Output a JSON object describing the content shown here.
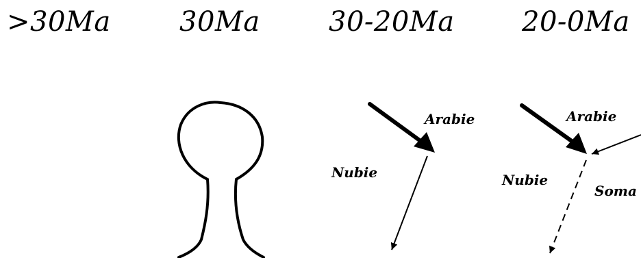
{
  "periods": [
    {
      "label": ">30Ma"
    },
    {
      "label": "30Ma"
    },
    {
      "label": "30-20Ma"
    },
    {
      "label": "20-0Ma"
    }
  ],
  "stage3": {
    "plate_labels": {
      "arabia": "Arabie",
      "nubia": "Nubie"
    }
  },
  "stage4": {
    "plate_labels": {
      "arabia": "Arabie",
      "nubia": "Nubie",
      "somalia": "Soma"
    }
  },
  "colors": {
    "ink": "#000000",
    "background": "#ffffff"
  }
}
